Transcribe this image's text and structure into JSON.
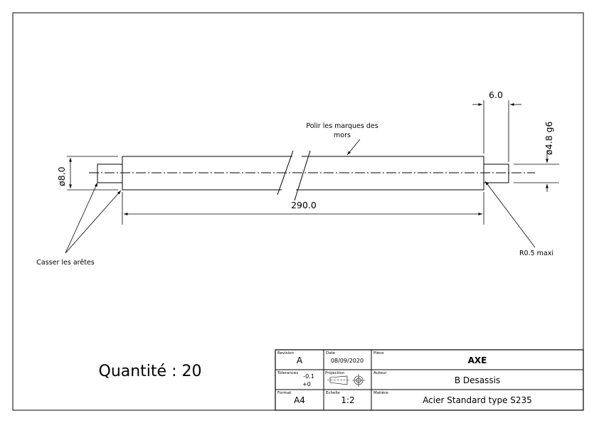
{
  "drawing": {
    "dims": {
      "overall_length": "290.0",
      "shaft_diameter": "ø8.0",
      "end_length": "6.0",
      "end_diameter": "ø4.8 g6"
    },
    "notes": {
      "polish_line1": "Polir les marques des",
      "polish_line2": "mors",
      "break_edges": "Casser les arêtes",
      "radius": "R0.5 maxi"
    },
    "quantity": "Quantité : 20"
  },
  "title_block": {
    "revision_label": "Revision",
    "revision": "A",
    "date_label": "Date",
    "date": "08/09/2020",
    "part_label": "Pièce",
    "part": "AXE",
    "tolerances_label": "Tolerances",
    "tol_minus": "-0.1",
    "tol_plus": "+0",
    "projection_label": "Projection",
    "author_label": "Auteur",
    "author": "B Desassis",
    "format_label": "Format",
    "format": "A4",
    "scale_label": "Echelle",
    "scale": "1:2",
    "material_label": "Matière",
    "material": "Acier Standard type S235"
  }
}
